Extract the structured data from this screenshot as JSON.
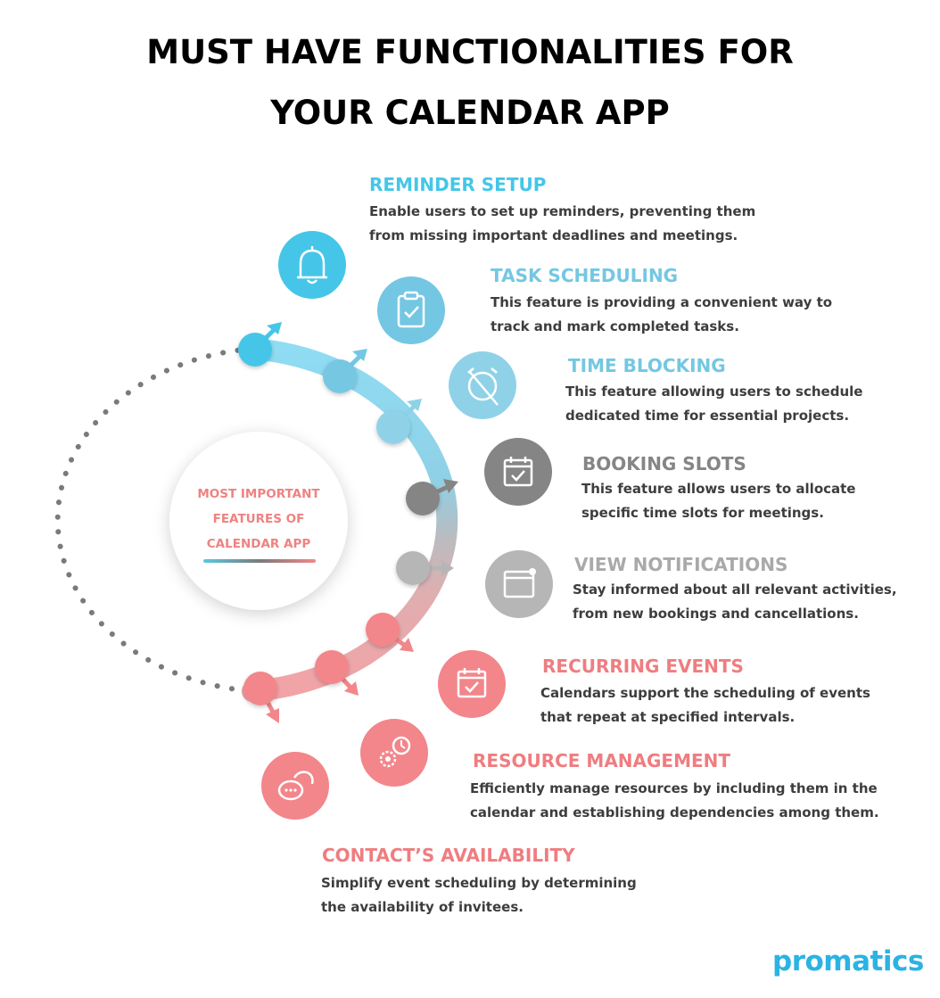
{
  "title": {
    "line1": "MUST HAVE FUNCTIONALITIES FOR",
    "line2": "YOUR CALENDAR APP"
  },
  "hub": {
    "line1": "MOST IMPORTANT",
    "line2": "FEATURES OF",
    "line3": "CALENDAR APP"
  },
  "features": [
    {
      "title": "REMINDER SETUP",
      "desc1": "Enable users to set up reminders, preventing them",
      "desc2": "from missing important deadlines and meetings.",
      "icon": "bell-icon",
      "color": "#45c6e8"
    },
    {
      "title": "TASK SCHEDULING",
      "desc1": "This feature is providing a convenient way to",
      "desc2": "track and mark completed tasks.",
      "icon": "clipboard-check-icon",
      "color": "#74c7e2"
    },
    {
      "title": "TIME BLOCKING",
      "desc1": "This feature allowing users to schedule",
      "desc2": "dedicated time for essential projects.",
      "icon": "alarm-off-icon",
      "color": "#8fd2e8"
    },
    {
      "title": "BOOKING SLOTS",
      "desc1": "This feature allows users to allocate",
      "desc2": "specific time slots for meetings.",
      "icon": "calendar-check-icon",
      "color": "#858585"
    },
    {
      "title": "VIEW NOTIFICATIONS",
      "desc1": "Stay informed about all relevant activities,",
      "desc2": "from new bookings and cancellations.",
      "icon": "notification-window-icon",
      "color": "#b6b6b6"
    },
    {
      "title": "RECURRING EVENTS",
      "desc1": "Calendars support the scheduling of events",
      "desc2": "that repeat at specified intervals.",
      "icon": "calendar-repeat-icon",
      "color": "#f2868a"
    },
    {
      "title": "RESOURCE MANAGEMENT",
      "desc1": "Efficiently manage resources by including them in the",
      "desc2": "calendar and establishing dependencies among them.",
      "icon": "gears-clock-icon",
      "color": "#f2868a"
    },
    {
      "title": "CONTACT’S AVAILABILITY",
      "desc1": "Simplify event scheduling by determining",
      "desc2": "the availability of invitees.",
      "icon": "chat-bubbles-icon",
      "color": "#f2868a"
    }
  ],
  "brand": "promatics"
}
